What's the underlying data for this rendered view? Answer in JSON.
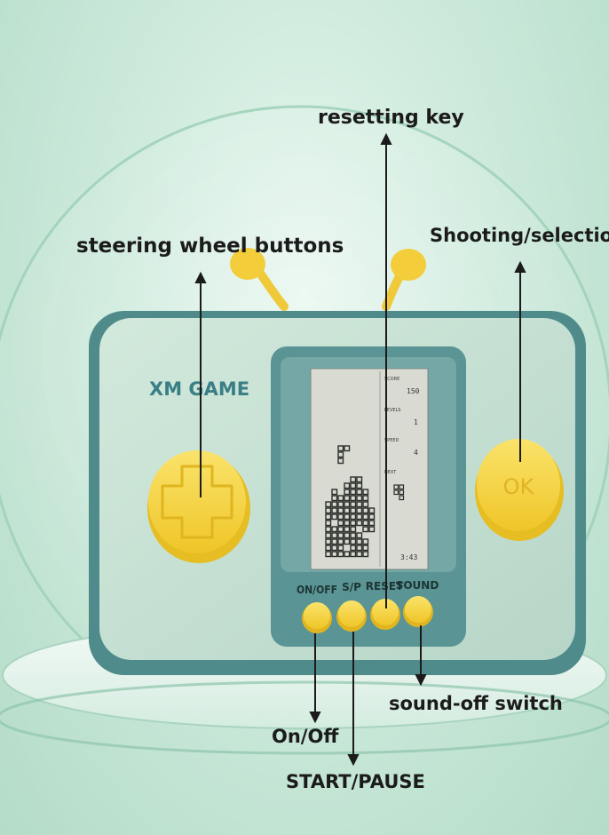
{
  "device": {
    "brand": "XM GAME",
    "ok_label": "OK",
    "buttons": {
      "on_off": "ON/OFF",
      "start_pause": "S/P",
      "reset": "RESET",
      "sound": "SOUND"
    },
    "screen": {
      "score_label": "SCORE",
      "score_value": "150",
      "level_label": "LEVELS",
      "level_value": "1",
      "speed_label": "SPEED",
      "speed_value": "4",
      "next_label": "NEXT",
      "time_value": "3:43"
    }
  },
  "callouts": {
    "resetting_key": "resetting key",
    "steering_wheel_buttons": "steering wheel buttons",
    "shooting_selection": "Shooting/selection",
    "sound_off_switch": "sound-off switch",
    "on_off": "On/Off",
    "start_pause": "START/PAUSE"
  },
  "colors": {
    "background": "#c8e8d6",
    "device_body": "#c5e0d2",
    "device_frame": "#4f8b8b",
    "screen_bezel": "#5a9494",
    "lcd": "#d9dbd3",
    "button_yellow": "#f5d23c",
    "text": "#1b1b1b"
  }
}
